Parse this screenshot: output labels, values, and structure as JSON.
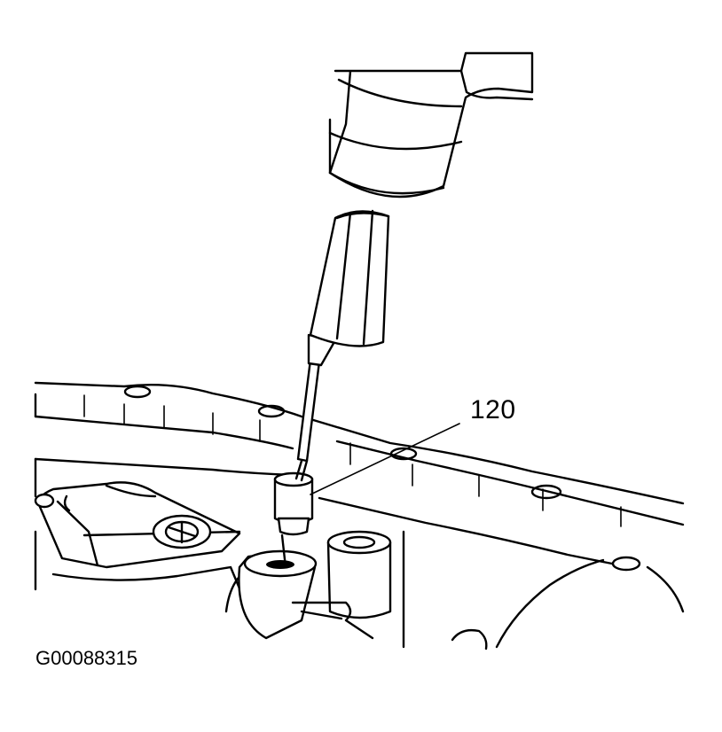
{
  "figure": {
    "callout_label": "120",
    "figure_id": "G00088315"
  },
  "colors": {
    "ink": "#000000",
    "paper": "#ffffff"
  },
  "icons": [
    "hammer-head",
    "punch-tool",
    "pin",
    "housing-casting"
  ]
}
